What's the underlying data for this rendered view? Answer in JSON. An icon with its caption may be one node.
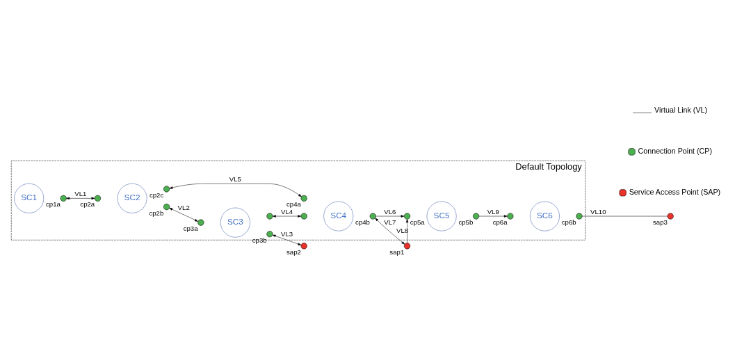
{
  "diagram": {
    "nodes": [
      {
        "text": [
          "Default Topology"
        ]
      },
      {
        "text": [
          "SC1"
        ],
        "in": 0
      },
      {
        "text": [],
        "shape": "circle",
        "beside": [
          "cp1a"
        ],
        "in": 0
      },
      {
        "text": [],
        "shape": "circle",
        "beside": [
          "cp2a"
        ],
        "in": 0
      },
      {
        "text": [
          "SC2"
        ],
        "in": 0
      },
      {
        "text": [],
        "shape": "circle",
        "beside": [
          "cp2b"
        ],
        "in": 0
      },
      {
        "text": [],
        "shape": "circle",
        "beside": [
          "cp2c"
        ],
        "in": 0
      },
      {
        "text": [
          "SC3"
        ],
        "in": 0
      },
      {
        "text": [],
        "shape": "circle",
        "beside": [
          "cp3a"
        ],
        "in": 0
      },
      {
        "text": [],
        "shape": "circle",
        "beside": [
          "cp3b"
        ],
        "in": 0
      },
      {
        "text": [],
        "shape": "circle",
        "in": 0
      },
      {
        "text": [],
        "shape": "circle",
        "beside": [
          "sap2"
        ]
      },
      {
        "text": [
          "SC4"
        ],
        "in": 0
      },
      {
        "text": [],
        "shape": "circle",
        "in": 0
      },
      {
        "text": [],
        "shape": "circle",
        "beside": [
          "cp4a"
        ],
        "in": 0
      },
      {
        "text": [],
        "shape": "circle",
        "beside": [
          "cp4b"
        ],
        "in": 0
      },
      {
        "text": [
          "SC5"
        ],
        "in": 0
      },
      {
        "text": [],
        "shape": "circle",
        "beside": [
          "cp5a"
        ],
        "in": 0
      },
      {
        "text": [],
        "shape": "circle",
        "beside": [
          "cp5b"
        ],
        "in": 0
      },
      {
        "text": [
          "SC6"
        ],
        "in": 0
      },
      {
        "text": [],
        "shape": "circle",
        "beside": [
          "cp6a"
        ],
        "in": 0
      },
      {
        "text": [],
        "shape": "circle",
        "beside": [
          "cp6b"
        ],
        "in": 0
      },
      {
        "text": [],
        "shape": "circle",
        "beside": [
          "sap3"
        ]
      },
      {
        "text": [],
        "shape": "circle",
        "beside": [
          "sap1"
        ]
      }
    ],
    "edges": [
      {
        "from": 2,
        "to": 3,
        "arrow": "both",
        "label": "VL1"
      },
      {
        "from": 5,
        "to": 8,
        "arrow": "both",
        "label": "VL2"
      },
      {
        "from": 9,
        "to": 11,
        "arrow": "both",
        "label": "VL3"
      },
      {
        "from": 10,
        "to": 13,
        "arrow": "both",
        "label": "VL4"
      },
      {
        "from": 6,
        "to": 14,
        "arrow": "both",
        "label": "VL5"
      },
      {
        "from": 15,
        "to": 17,
        "arrow": "to",
        "label": "VL6"
      },
      {
        "from": 15,
        "to": 23,
        "arrow": "both",
        "label": "VL7"
      },
      {
        "from": 23,
        "to": 17,
        "arrow": "to",
        "label": "VL8"
      },
      {
        "from": 18,
        "to": 20,
        "arrow": "to",
        "label": "VL9"
      },
      {
        "from": 21,
        "to": 22,
        "arrow": "none",
        "label": "VL10"
      }
    ],
    "legend": [
      {
        "text": "Virtual Link (VL)"
      },
      {
        "text": "Connection Point (CP)",
        "color": "#4caf50"
      },
      {
        "text": "Service Access Point (SAP)",
        "color": "#e8322a"
      }
    ]
  }
}
